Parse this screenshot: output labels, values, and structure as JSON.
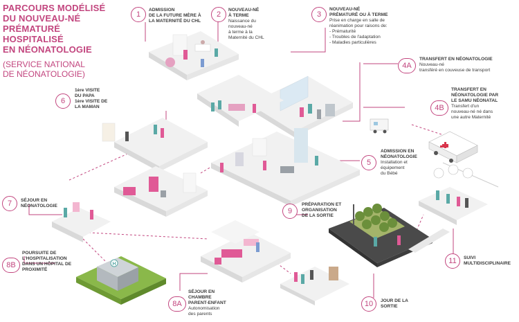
{
  "title_lines": [
    "PARCOURS MODÉLISÉ",
    "DU NOUVEAU-NÉ",
    "PRÉMATURÉ",
    "HOSPITALISÉ",
    "EN NÉONATOLOGIE"
  ],
  "subtitle": "(SERVICE NATIONAL\nDE NÉONATOLOGIE)",
  "steps": {
    "s1": {
      "num": "1",
      "h1": "ADMISSION",
      "h2": "DE LA FUTURE MÈRE À",
      "h3": "LA MATERNITÉ DU CHL"
    },
    "s2": {
      "num": "2",
      "h1": "NOUVEAU-NÉ",
      "h2": "À TERME",
      "d1": "Naissance du",
      "d2": "nouveau-né",
      "d3": "à terme à la",
      "d4": "Maternité du CHL"
    },
    "s3": {
      "num": "3",
      "h1": "NOUVEAU-NÉ",
      "h2": "PRÉMATURÉ OU À TERME",
      "d1": "Prise en charge en salle de",
      "d2": "réanimation pour raisons de:",
      "d3": "- Prématurité",
      "d4": "- Troubles de l'adaptation",
      "d5": "- Maladies particulières"
    },
    "s4a": {
      "num": "4A",
      "h1": "TRANSFERT EN NÉONATOLOGIE",
      "d1": "Nouveau-né",
      "d2": "transféré en couveuse de transport"
    },
    "s4b": {
      "num": "4B",
      "h1": "TRANSFERT EN",
      "h2": "NÉONATOLOGIE PAR",
      "h3": "LE SAMU NÉONATAL",
      "d1": "Transfert d'un",
      "d2": "nouveau-né né dans",
      "d3": "une autre Maternité"
    },
    "s5": {
      "num": "5",
      "h1": "ADMISSION EN",
      "h2": "NÉONATOLOGIE",
      "d1": "Installation et",
      "d2": "équipement",
      "d3": "du Bébé"
    },
    "s6": {
      "num": "6",
      "h1": "1ère VISITE",
      "h2": "DU PAPA",
      "h3": "1ère VISITE DE",
      "h4": "LA MAMAN"
    },
    "s7": {
      "num": "7",
      "h1": "SÉJOUR EN",
      "h2": "NÉONATOLOGIE"
    },
    "s8a": {
      "num": "8A",
      "h1": "SÉJOUR EN",
      "h2": "CHAMBRE",
      "h3": "PARENT-ENFANT",
      "d1": "Autonomisation",
      "d2": "des parents"
    },
    "s8b": {
      "num": "8B",
      "h1": "POURSUITE DE",
      "h2": "L'HOSPITALISATION",
      "h3": "DANS UN HÔPITAL DE",
      "h4": "PROXIMITÉ"
    },
    "s9": {
      "num": "9",
      "h1": "PRÉPARATION ET",
      "h2": "ORGANISATION",
      "h3": "DE LA SORTIE"
    },
    "s10": {
      "num": "10",
      "h1": "JOUR DE LA",
      "h2": "SORTIE"
    },
    "s11": {
      "num": "11",
      "h1": "SUIVI",
      "h2": "MULTIDISCIPLINAIRE"
    }
  },
  "colors": {
    "accent": "#c2457e",
    "platform": "#f1f1f1",
    "platform_side": "#dcdcdc",
    "line": "#c2457e"
  }
}
